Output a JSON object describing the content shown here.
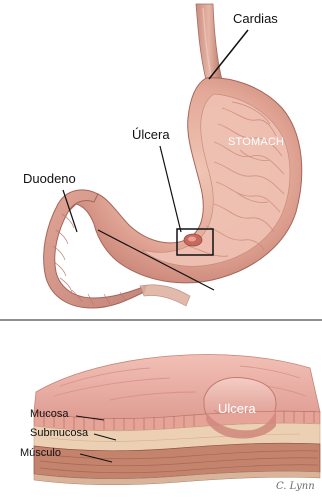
{
  "labels": {
    "cardias": "Cardias",
    "ulcera": "Úlcera",
    "stomach": "STOMACH",
    "duodeno": "Duodeno",
    "mucosa": "Mucosa",
    "submucosa": "Submucosa",
    "musculo": "Músculo",
    "ulcera_section": "Ulcera",
    "signature": "C. Lynn"
  },
  "colors": {
    "stomach_outer": "#d9a08f",
    "stomach_inner": "#e8b7a5",
    "stomach_shadow": "#b46e61",
    "esophagus": "#c98d7f",
    "mucosa_pink": "#e9a9a0",
    "submucosa": "#e7c9a8",
    "muscle": "#b87963",
    "ulcer_highlight": "#d98f86",
    "leader_line": "#111111"
  }
}
